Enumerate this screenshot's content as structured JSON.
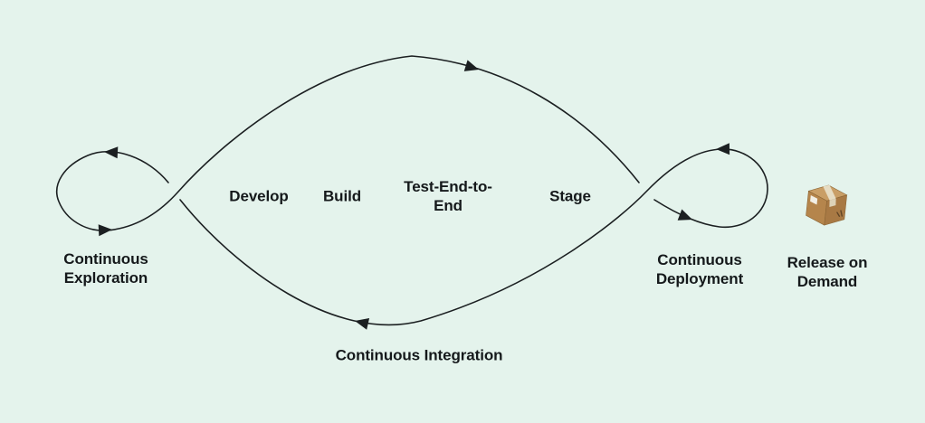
{
  "diagram": {
    "type": "continuous-delivery-pipeline-loop",
    "background_color": "#e4f3ec",
    "stroke_color": "#1b1f21",
    "text_color": "#15191b",
    "labels": {
      "continuous_exploration": "Continuous Exploration",
      "continuous_integration": "Continuous Integration",
      "continuous_deployment": "Continuous Deployment",
      "release_on_demand": "Release on Demand"
    },
    "stages": [
      {
        "label": "Develop"
      },
      {
        "label": "Build"
      },
      {
        "label": "Test-End-to-End"
      },
      {
        "label": "Stage"
      }
    ],
    "icons": {
      "release_box": "package-box-icon"
    },
    "box_colors": {
      "top": "#c99e66",
      "left": "#b5854c",
      "right": "#a87944",
      "tape": "#e6dcc3",
      "label": "#f2efe6",
      "edge": "#8a6434"
    }
  }
}
